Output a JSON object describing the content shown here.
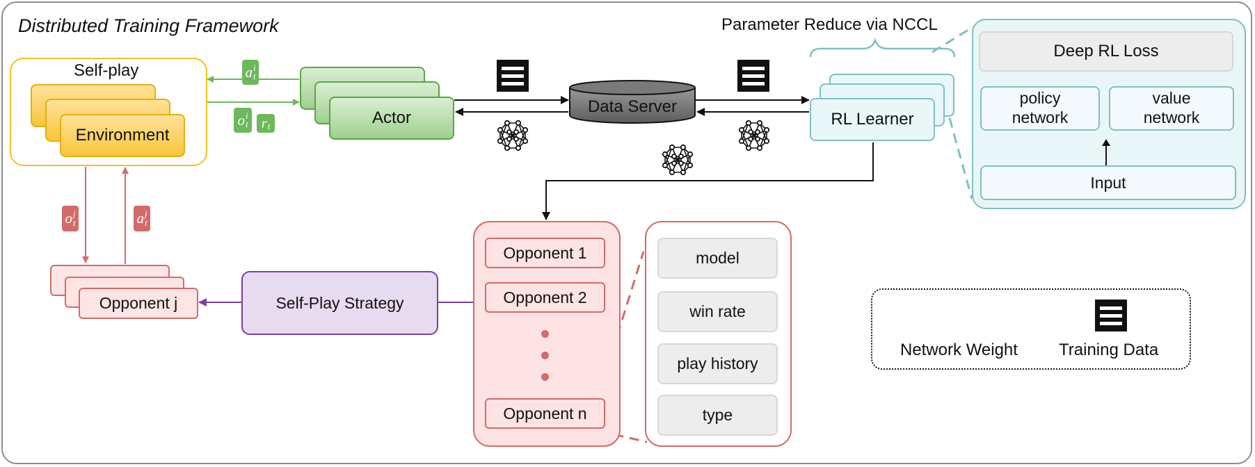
{
  "title": "Distributed Training Framework",
  "selfplay": {
    "label": "Self-play",
    "env_label": "Environment"
  },
  "actor": {
    "label": "Actor"
  },
  "data_server": {
    "label": "Data Server"
  },
  "learner": {
    "label": "RL Learner"
  },
  "nccl": {
    "label": "Parameter Reduce via NCCL"
  },
  "model_panel": {
    "loss": "Deep RL Loss",
    "policy": "policy\nnetwork",
    "value": "value\nnetwork",
    "input": "Input"
  },
  "badges": {
    "actor_action": {
      "base": "a",
      "sup": "i",
      "sub": "t"
    },
    "actor_obs": {
      "base": "o",
      "sup": "i",
      "sub": "t"
    },
    "actor_reward": {
      "base": "r",
      "sub": "t"
    },
    "opp_obs": {
      "base": "o",
      "sup": "j",
      "sub": "t"
    },
    "opp_action": {
      "base": "a",
      "sup": "j",
      "sub": "t"
    }
  },
  "opponent_j": {
    "label": "Opponent j"
  },
  "strategy": {
    "label": "Self-Play Strategy"
  },
  "pool": {
    "items": [
      "Opponent 1",
      "Opponent 2",
      "Opponent n"
    ]
  },
  "attributes": {
    "items": [
      "model",
      "win rate",
      "play history",
      "type"
    ]
  },
  "legend": {
    "weight": "Network Weight",
    "data": "Training Data"
  },
  "colors": {
    "green": "#6cb85a",
    "yellow": "#f5c21b",
    "teal": "#7fbfc2",
    "red": "#d46a6a",
    "purple": "#7a3fa6",
    "gray": "#6b6b6b"
  },
  "icons": {
    "weight": "network-weight-icon",
    "data": "training-data-icon"
  }
}
